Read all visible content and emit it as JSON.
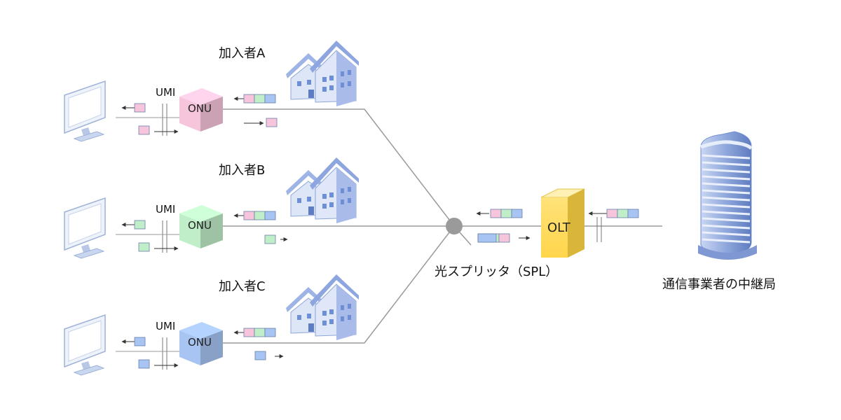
{
  "subscribers": [
    {
      "name": "加入者A",
      "umi": "UMI",
      "onu": "ONU",
      "color": "#f6c5dc"
    },
    {
      "name": "加入者B",
      "umi": "UMI",
      "onu": "ONU",
      "color": "#bfeec8"
    },
    {
      "name": "加入者C",
      "umi": "UMI",
      "onu": "ONU",
      "color": "#a7c4f2"
    }
  ],
  "olt": {
    "label": "OLT",
    "color": "#ffe27a"
  },
  "splitter": {
    "label": "光スプリッタ（SPL）"
  },
  "central_office": {
    "label": "通信事業者の中継局"
  },
  "packet_colors": {
    "a": "#f6c5dc",
    "b": "#bfeec8",
    "c": "#a7c4f2"
  }
}
